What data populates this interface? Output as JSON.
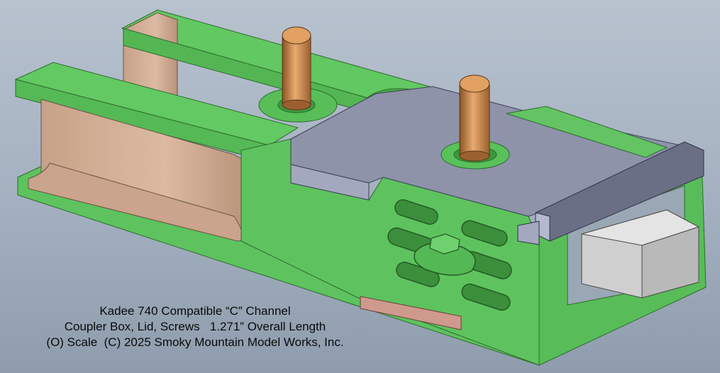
{
  "caption": {
    "line1": "Kadee 740 Compatible “C” Channel",
    "line2": "Coupler Box, Lid, Screws   1.271” Overall Length",
    "line3": "(O) Scale  (C) 2025 Smoky Mountain Model Works, Inc."
  },
  "colors": {
    "background_top": "#b8c2cf",
    "background_bottom": "#8e9cad",
    "coupler_box_green": "#5cc35c",
    "lid_gray": "#8d93a8",
    "screw_bronze": "#c98a50",
    "inner_tan": "#d8b49a",
    "coupler_gray": "#d2d2d2"
  },
  "parts": [
    "coupler-box",
    "lid",
    "screw",
    "screw",
    "coupler-shank"
  ]
}
